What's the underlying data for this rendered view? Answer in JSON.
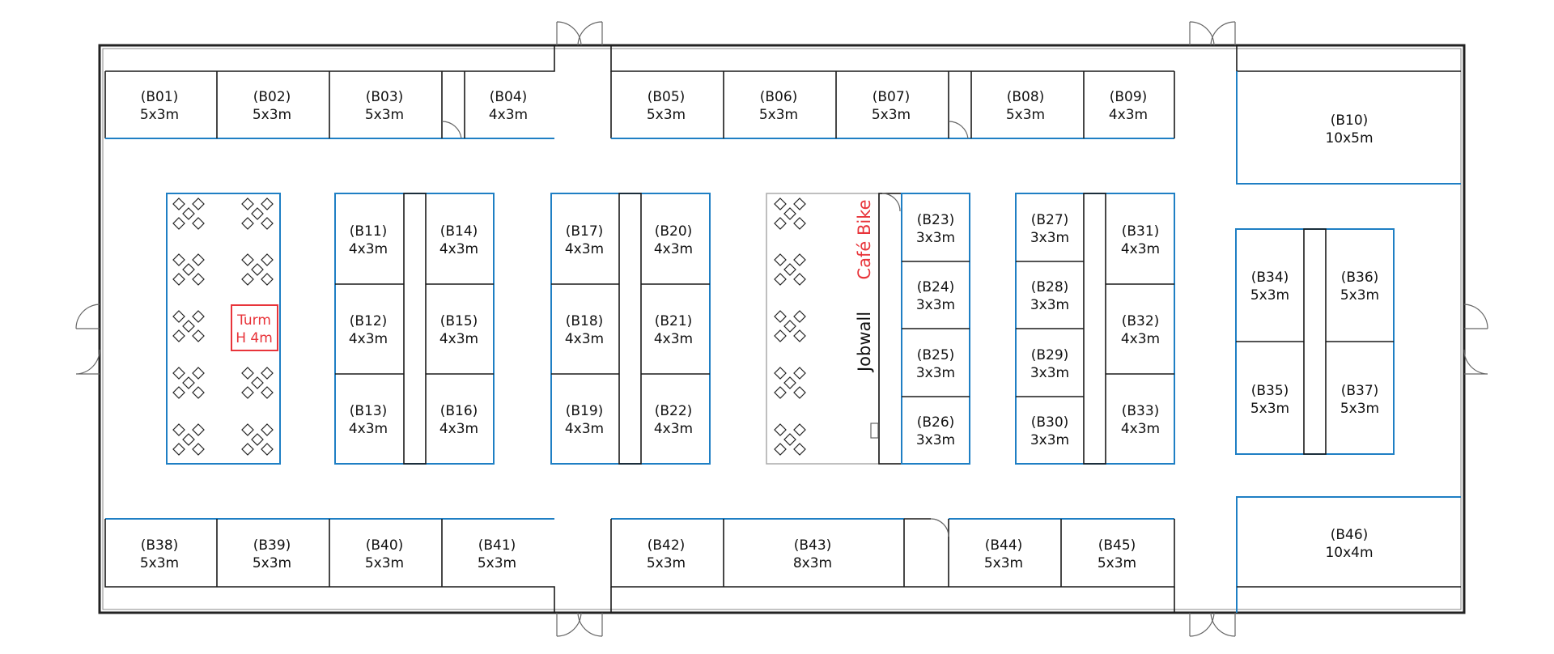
{
  "booths": [
    {
      "id": "B01",
      "code": "(B01)",
      "size": "5x3m"
    },
    {
      "id": "B02",
      "code": "(B02)",
      "size": "5x3m"
    },
    {
      "id": "B03",
      "code": "(B03)",
      "size": "5x3m"
    },
    {
      "id": "B04",
      "code": "(B04)",
      "size": "4x3m"
    },
    {
      "id": "B05",
      "code": "(B05)",
      "size": "5x3m"
    },
    {
      "id": "B06",
      "code": "(B06)",
      "size": "5x3m"
    },
    {
      "id": "B07",
      "code": "(B07)",
      "size": "5x3m"
    },
    {
      "id": "B08",
      "code": "(B08)",
      "size": "5x3m"
    },
    {
      "id": "B09",
      "code": "(B09)",
      "size": "4x3m"
    },
    {
      "id": "B10",
      "code": "(B10)",
      "size": "10x5m"
    },
    {
      "id": "B11",
      "code": "(B11)",
      "size": "4x3m"
    },
    {
      "id": "B12",
      "code": "(B12)",
      "size": "4x3m"
    },
    {
      "id": "B13",
      "code": "(B13)",
      "size": "4x3m"
    },
    {
      "id": "B14",
      "code": "(B14)",
      "size": "4x3m"
    },
    {
      "id": "B15",
      "code": "(B15)",
      "size": "4x3m"
    },
    {
      "id": "B16",
      "code": "(B16)",
      "size": "4x3m"
    },
    {
      "id": "B17",
      "code": "(B17)",
      "size": "4x3m"
    },
    {
      "id": "B18",
      "code": "(B18)",
      "size": "4x3m"
    },
    {
      "id": "B19",
      "code": "(B19)",
      "size": "4x3m"
    },
    {
      "id": "B20",
      "code": "(B20)",
      "size": "4x3m"
    },
    {
      "id": "B21",
      "code": "(B21)",
      "size": "4x3m"
    },
    {
      "id": "B22",
      "code": "(B22)",
      "size": "4x3m"
    },
    {
      "id": "B23",
      "code": "(B23)",
      "size": "3x3m"
    },
    {
      "id": "B24",
      "code": "(B24)",
      "size": "3x3m"
    },
    {
      "id": "B25",
      "code": "(B25)",
      "size": "3x3m"
    },
    {
      "id": "B26",
      "code": "(B26)",
      "size": "3x3m"
    },
    {
      "id": "B27",
      "code": "(B27)",
      "size": "3x3m"
    },
    {
      "id": "B28",
      "code": "(B28)",
      "size": "3x3m"
    },
    {
      "id": "B29",
      "code": "(B29)",
      "size": "3x3m"
    },
    {
      "id": "B30",
      "code": "(B30)",
      "size": "3x3m"
    },
    {
      "id": "B31",
      "code": "(B31)",
      "size": "4x3m"
    },
    {
      "id": "B32",
      "code": "(B32)",
      "size": "4x3m"
    },
    {
      "id": "B33",
      "code": "(B33)",
      "size": "4x3m"
    },
    {
      "id": "B34",
      "code": "(B34)",
      "size": "5x3m"
    },
    {
      "id": "B35",
      "code": "(B35)",
      "size": "5x3m"
    },
    {
      "id": "B36",
      "code": "(B36)",
      "size": "5x3m"
    },
    {
      "id": "B37",
      "code": "(B37)",
      "size": "5x3m"
    },
    {
      "id": "B38",
      "code": "(B38)",
      "size": "5x3m"
    },
    {
      "id": "B39",
      "code": "(B39)",
      "size": "5x3m"
    },
    {
      "id": "B40",
      "code": "(B40)",
      "size": "5x3m"
    },
    {
      "id": "B41",
      "code": "(B41)",
      "size": "5x3m"
    },
    {
      "id": "B42",
      "code": "(B42)",
      "size": "5x3m"
    },
    {
      "id": "B43",
      "code": "(B43)",
      "size": "8x3m"
    },
    {
      "id": "B44",
      "code": "(B44)",
      "size": "5x3m"
    },
    {
      "id": "B45",
      "code": "(B45)",
      "size": "5x3m"
    },
    {
      "id": "B46",
      "code": "(B46)",
      "size": "10x4m"
    }
  ],
  "tower": {
    "line1": "Turm",
    "line2": "H 4m"
  },
  "cafe": {
    "label": "Café Bike"
  },
  "jobwall": {
    "label": "Jobwall"
  },
  "colors": {
    "booth_edge": "#1f7fc4",
    "highlight": "#e8343a",
    "wall": "#222222"
  }
}
